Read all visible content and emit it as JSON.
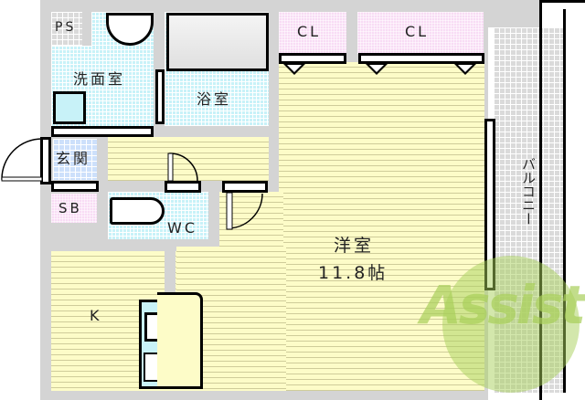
{
  "floorplan": {
    "rooms": {
      "ps": {
        "label": "PS"
      },
      "washroom": {
        "label": "洗面室"
      },
      "bathroom": {
        "label": "浴室"
      },
      "entrance": {
        "label": "玄関"
      },
      "shoe_box": {
        "label": "SB"
      },
      "toilet": {
        "label": "WC"
      },
      "kitchen": {
        "label": "K"
      },
      "western_room": {
        "label": "洋室",
        "size": "11.8帖"
      },
      "closet_1": {
        "label": "CL"
      },
      "closet_2": {
        "label": "CL"
      },
      "balcony": {
        "label": "バルコニー"
      }
    },
    "watermark": {
      "text": "Assist"
    },
    "colors": {
      "floor": "#fdfcc8",
      "wet_area": "#c8f2f8",
      "entrance": "#cde0fb",
      "storage": "#f8dcf5",
      "balcony": "#dadada",
      "wall": "#d4d4d4",
      "watermark": "#a8cf5a"
    }
  }
}
